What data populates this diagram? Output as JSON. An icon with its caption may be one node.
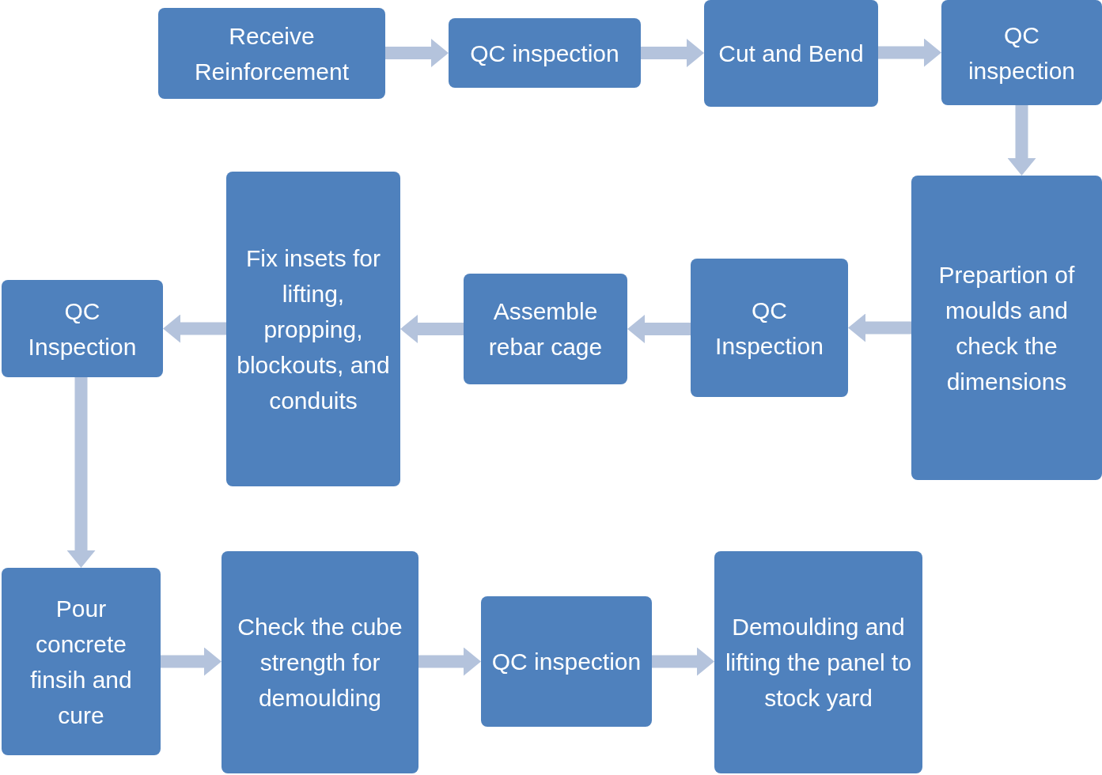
{
  "diagram": {
    "nodes": [
      {
        "text": [
          "Receive Reinforcement"
        ]
      },
      {
        "text": [
          "QC inspection"
        ]
      },
      {
        "text": [
          "Cut and Bend"
        ]
      },
      {
        "text": [
          "QC inspection"
        ]
      },
      {
        "text": [
          "Prepartion of moulds and check the dimensions"
        ]
      },
      {
        "text": [
          "QC Inspection"
        ]
      },
      {
        "text": [
          "Assemble rebar cage"
        ]
      },
      {
        "text": [
          "Fix insets for lifting, propping, blockouts, and conduits"
        ]
      },
      {
        "text": [
          "QC Inspection"
        ]
      },
      {
        "text": [
          "Pour concrete finsih and cure"
        ]
      },
      {
        "text": [
          "Check the cube strength for demoulding"
        ]
      },
      {
        "text": [
          "QC inspection"
        ]
      },
      {
        "text": [
          "Demoulding and lifting the panel to stock yard"
        ]
      }
    ],
    "edges": [
      {
        "from": 0,
        "to": 1,
        "arrow": "to"
      },
      {
        "from": 1,
        "to": 2,
        "arrow": "to"
      },
      {
        "from": 2,
        "to": 3,
        "arrow": "to"
      },
      {
        "from": 3,
        "to": 4,
        "arrow": "to"
      },
      {
        "from": 4,
        "to": 5,
        "arrow": "to"
      },
      {
        "from": 5,
        "to": 6,
        "arrow": "to"
      },
      {
        "from": 6,
        "to": 7,
        "arrow": "to"
      },
      {
        "from": 7,
        "to": 8,
        "arrow": "to"
      },
      {
        "from": 8,
        "to": 9,
        "arrow": "to"
      },
      {
        "from": 9,
        "to": 10,
        "arrow": "to"
      },
      {
        "from": 10,
        "to": 11,
        "arrow": "to"
      },
      {
        "from": 11,
        "to": 12,
        "arrow": "to"
      }
    ]
  }
}
